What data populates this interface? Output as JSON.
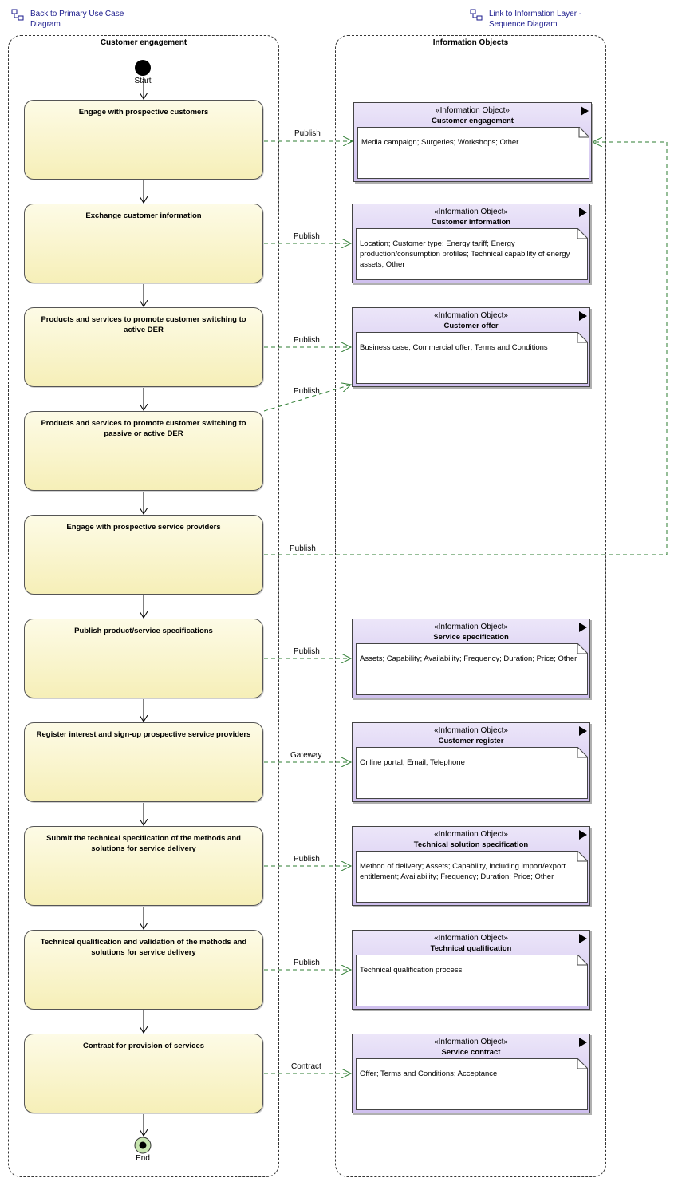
{
  "links": {
    "back": "Back to Primary Use Case\nDiagram",
    "forward": "Link to Information Layer -\nSequence Diagram"
  },
  "lanes": {
    "left_title": "Customer engagement",
    "right_title": "Information Objects"
  },
  "nodes": {
    "start": "Start",
    "end": "End"
  },
  "actions": [
    "Engage with prospective customers",
    "Exchange customer information",
    "Products and services to promote customer switching to active DER",
    "Products and services to promote customer switching to passive or active DER",
    "Engage with prospective service providers",
    "Publish product/service specifications",
    "Register interest and sign-up prospective service providers",
    "Submit the technical specification of the methods and solutions for service delivery",
    "Technical qualification and validation of the methods and solutions for service delivery",
    "Contract for provision of services"
  ],
  "stereotype": "«Information Object»",
  "objects": [
    {
      "name": "Customer engagement",
      "text": "Media campaign; Surgeries; Workshops; Other"
    },
    {
      "name": "Customer information",
      "text": "Location; Customer type; Energy tariff; Energy production/consumption profiles; Technical capability of energy assets; Other"
    },
    {
      "name": "Customer offer",
      "text": "Business case; Commercial offer; Terms and Conditions"
    },
    {
      "name": "Service specification",
      "text": "Assets; Capability; Availability; Frequency; Duration; Price; Other"
    },
    {
      "name": "Customer register",
      "text": "Online portal; Email; Telephone"
    },
    {
      "name": "Technical solution specification",
      "text": "Method of delivery; Assets; Capability, including import/export entitlement; Availability; Frequency; Duration; Price; Other"
    },
    {
      "name": "Technical qualification",
      "text": "Technical qualification process"
    },
    {
      "name": "Service contract",
      "text": "Offer; Terms and Conditions; Acceptance"
    }
  ],
  "flows": [
    "Publish",
    "Publish",
    "Publish",
    "Publish",
    "Publish",
    "Publish",
    "Gateway",
    "Publish",
    "Publish",
    "Contract"
  ],
  "colors": {
    "action_fill": "#f6efb8",
    "object_fill": "#cfc0ee",
    "flow_line": "#2e7d32",
    "link_text": "#1a1a8c"
  }
}
